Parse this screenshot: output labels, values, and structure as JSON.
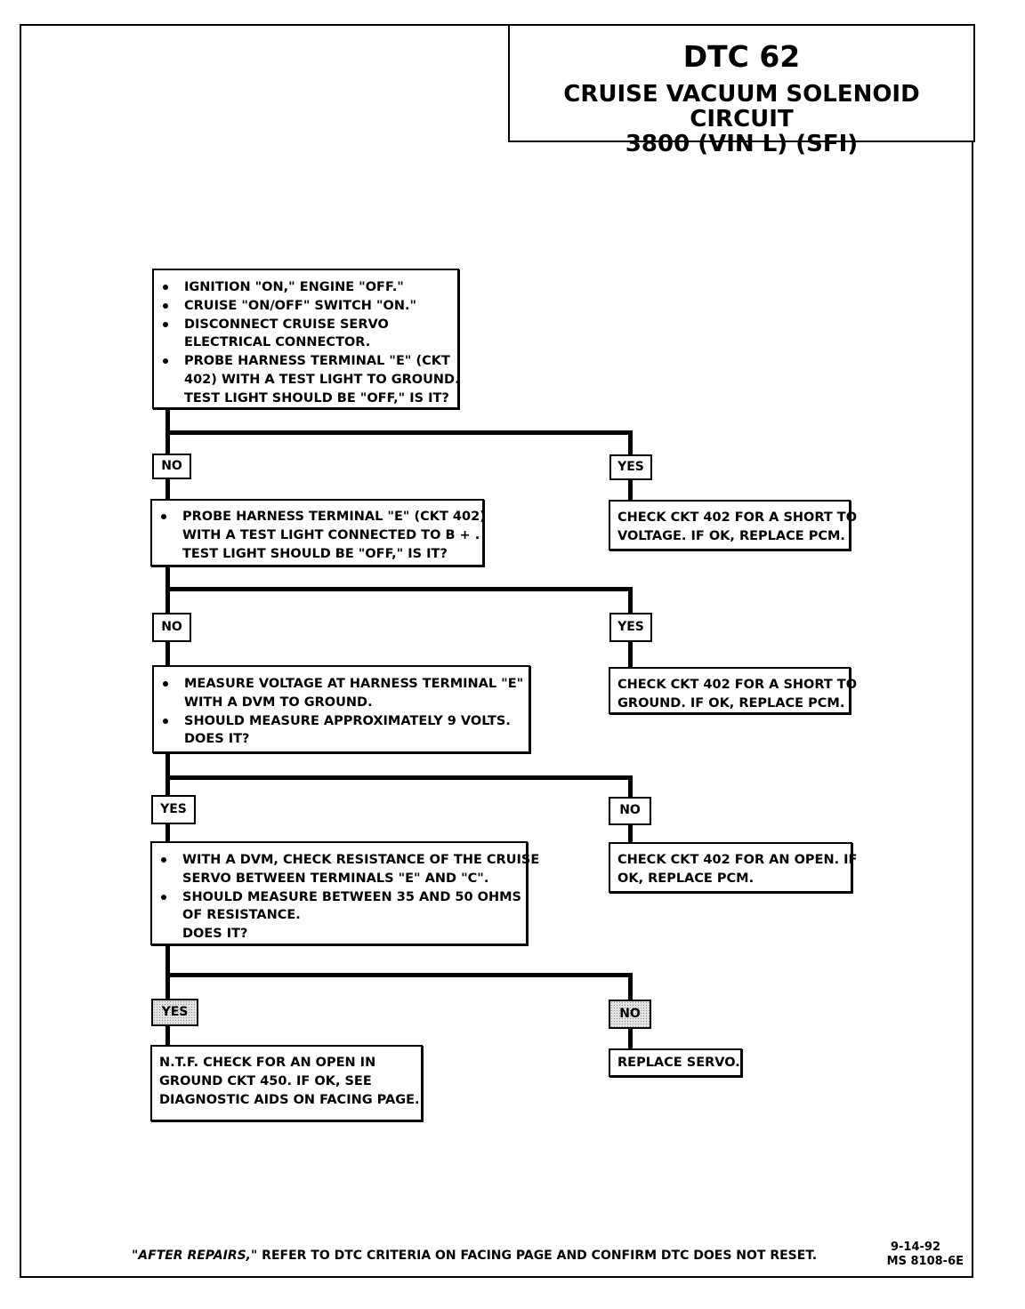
{
  "header": {
    "dtc": "DTC 62",
    "circuit": "CRUISE VACUUM SOLENOID CIRCUIT",
    "engine": "3800  (VIN L)  (SFI)"
  },
  "steps": [
    {
      "items": [
        "IGNITION \"ON,\" ENGINE \"OFF.\"",
        "CRUISE \"ON/OFF\" SWITCH \"ON.\"",
        [
          "DISCONNECT CRUISE SERVO",
          "ELECTRICAL CONNECTOR."
        ],
        [
          "PROBE HARNESS TERMINAL \"E\" (CKT",
          "402) WITH A TEST LIGHT TO GROUND.",
          "TEST LIGHT SHOULD BE \"OFF,\" IS IT?"
        ]
      ],
      "left_label": "NO",
      "right_label": "YES",
      "right_result": [
        "CHECK CKT 402 FOR A SHORT TO",
        "VOLTAGE.  IF OK, REPLACE PCM."
      ]
    },
    {
      "items": [
        [
          "PROBE HARNESS TERMINAL \"E\" (CKT 402)",
          "WITH A TEST  LIGHT CONNECTED TO B + .",
          "TEST LIGHT SHOULD BE \"OFF,\" IS IT?"
        ]
      ],
      "left_label": "NO",
      "right_label": "YES",
      "right_result": [
        "CHECK CKT 402 FOR A SHORT TO",
        "GROUND.  IF OK, REPLACE PCM."
      ]
    },
    {
      "items": [
        [
          "MEASURE VOLTAGE AT HARNESS TERMINAL \"E\"",
          "WITH A DVM TO GROUND."
        ],
        [
          "SHOULD MEASURE APPROXIMATELY 9 VOLTS.",
          "DOES IT?"
        ]
      ],
      "left_label": "YES",
      "right_label": "NO",
      "right_result": [
        "CHECK CKT 402 FOR AN OPEN.  IF",
        "OK, REPLACE PCM."
      ]
    },
    {
      "items": [
        [
          "WITH A DVM, CHECK RESISTANCE OF THE CRUISE",
          "SERVO BETWEEN TERMINALS \"E\" AND \"C\"."
        ],
        [
          "SHOULD MEASURE BETWEEN 35 AND 50 OHMS",
          "OF RESISTANCE."
        ]
      ],
      "tail": "DOES IT?",
      "left_label": "YES",
      "right_label": "NO",
      "left_result": [
        "N.T.F. CHECK FOR AN OPEN IN",
        "GROUND CKT 450.  IF OK, SEE",
        "DIAGNOSTIC AIDS ON FACING PAGE."
      ],
      "right_result": [
        "REPLACE SERVO."
      ]
    }
  ],
  "footer": {
    "note_emphasis": "\"AFTER REPAIRS,\"",
    "note_rest": " REFER TO DTC CRITERIA ON FACING PAGE AND CONFIRM DTC DOES NOT RESET.",
    "date": "9-14-92",
    "code": "MS 8108-6E"
  }
}
